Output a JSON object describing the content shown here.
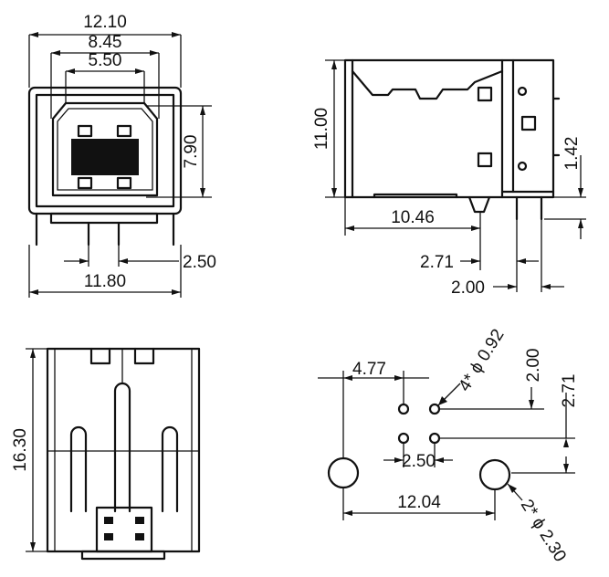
{
  "front_view": {
    "overall_width": "12.10",
    "port_width": "8.45",
    "port_inner_width": "5.50",
    "port_height": "7.90",
    "pin_pitch": "2.50",
    "base_width": "11.80"
  },
  "side_view": {
    "height": "11.00",
    "body_length": "10.46",
    "pin_offset": "1.42",
    "pin_spacing_a": "2.71",
    "pin_spacing_b": "2.00"
  },
  "top_view": {
    "length": "16.30"
  },
  "footprint": {
    "pin_pitch_x": "4.77",
    "small_hole": "4* ϕ 0.92",
    "row_spacing": "2.00",
    "row_offset": "2.71",
    "pin_pitch_small": "2.50",
    "mount_pitch": "12.04",
    "mount_hole": "2* ϕ 2.30"
  }
}
